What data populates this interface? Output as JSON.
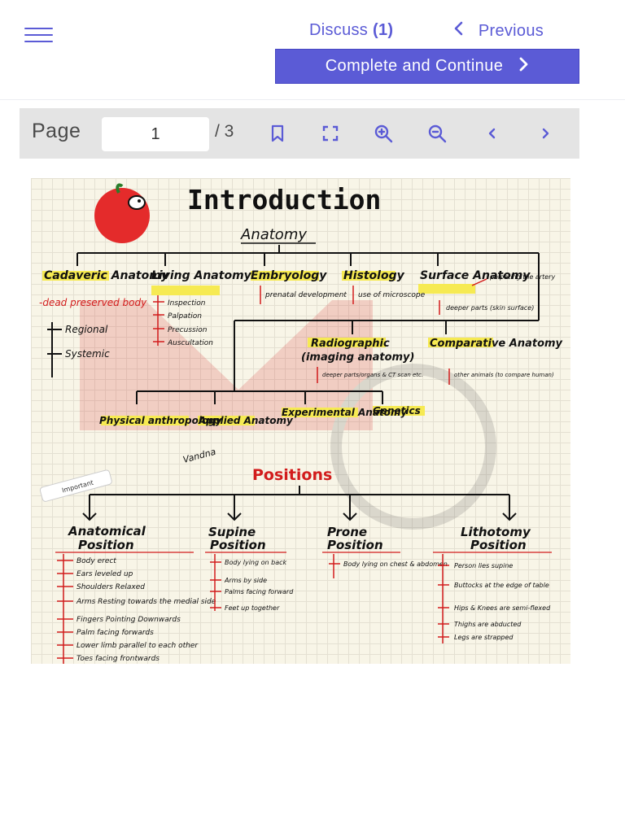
{
  "header": {
    "menu_icon": "hamburger-menu-icon",
    "discuss_label": "Discuss",
    "discuss_count": "(1)",
    "previous_label": "Previous",
    "cta_label": "Complete and Continue"
  },
  "pdf_toolbar": {
    "page_label": "Page",
    "current_page": "1",
    "total_pages": "/ 3",
    "icons": [
      "bookmark-icon",
      "fullscreen-icon",
      "zoom-in-icon",
      "zoom-out-icon",
      "prev-page-icon",
      "next-page-icon"
    ]
  },
  "document": {
    "title": "Introduction",
    "root": "Anatomy",
    "branches": {
      "cadaveric": "Cadaveric Anatomy",
      "cadaveric_note": "-dead preserved body",
      "cadaveric_items": [
        "Regional",
        "Systemic"
      ],
      "living": "Living Anatomy",
      "living_items": [
        "Inspection",
        "Palpation",
        "Precussion",
        "Auscultation"
      ],
      "embryology": "Embryology",
      "embryology_note": "prenatal development",
      "histology": "Histology",
      "histology_note": "use of microscope",
      "surface": "Surface Anatomy",
      "surface_arrow_note": "palpating the artery",
      "surface_note": "deeper parts (skin surface)",
      "radiographic_l1": "Radiographic",
      "radiographic_l2": "(imaging anatomy)",
      "radiographic_note": "deeper parts/organs & CT scan etc.",
      "comparative": "Comparative Anatomy",
      "comparative_note": "other animals (to compare human)"
    },
    "sub_branches": [
      "Physical anthropology",
      "Applied Anatomy",
      "Experimental Anatomy",
      "Genetics"
    ],
    "sticky_note": "Important",
    "signature": "Vandna",
    "positions_title": "Positions",
    "positions": [
      {
        "name_l1": "Anatomical",
        "name_l2": "Position",
        "items": [
          "Body erect",
          "Ears leveled up",
          "Shoulders Relaxed",
          "Arms Resting towards the medial side",
          "Fingers Pointing Downwards",
          "Palm facing forwards",
          "Lower limb parallel to each other",
          "Toes facing frontwards"
        ]
      },
      {
        "name_l1": "Supine",
        "name_l2": "Position",
        "items": [
          "Body lying on back",
          "Arms by side",
          "Palms facing forward",
          "Feet up together"
        ]
      },
      {
        "name_l1": "Prone",
        "name_l2": "Position",
        "items": [
          "Body lying on chest & abdomen"
        ]
      },
      {
        "name_l1": "Lithotomy",
        "name_l2": "Position",
        "items": [
          "Person lies supine",
          "Buttocks at the edge of table",
          "Hips & Knees are semi-flexed",
          "Thighs are abducted",
          "Legs are strapped"
        ]
      }
    ],
    "colors": {
      "accent": "#5b5bd6",
      "ink": "#111111",
      "red_ink": "#d21c1c",
      "highlight": "#f6ea52"
    }
  }
}
